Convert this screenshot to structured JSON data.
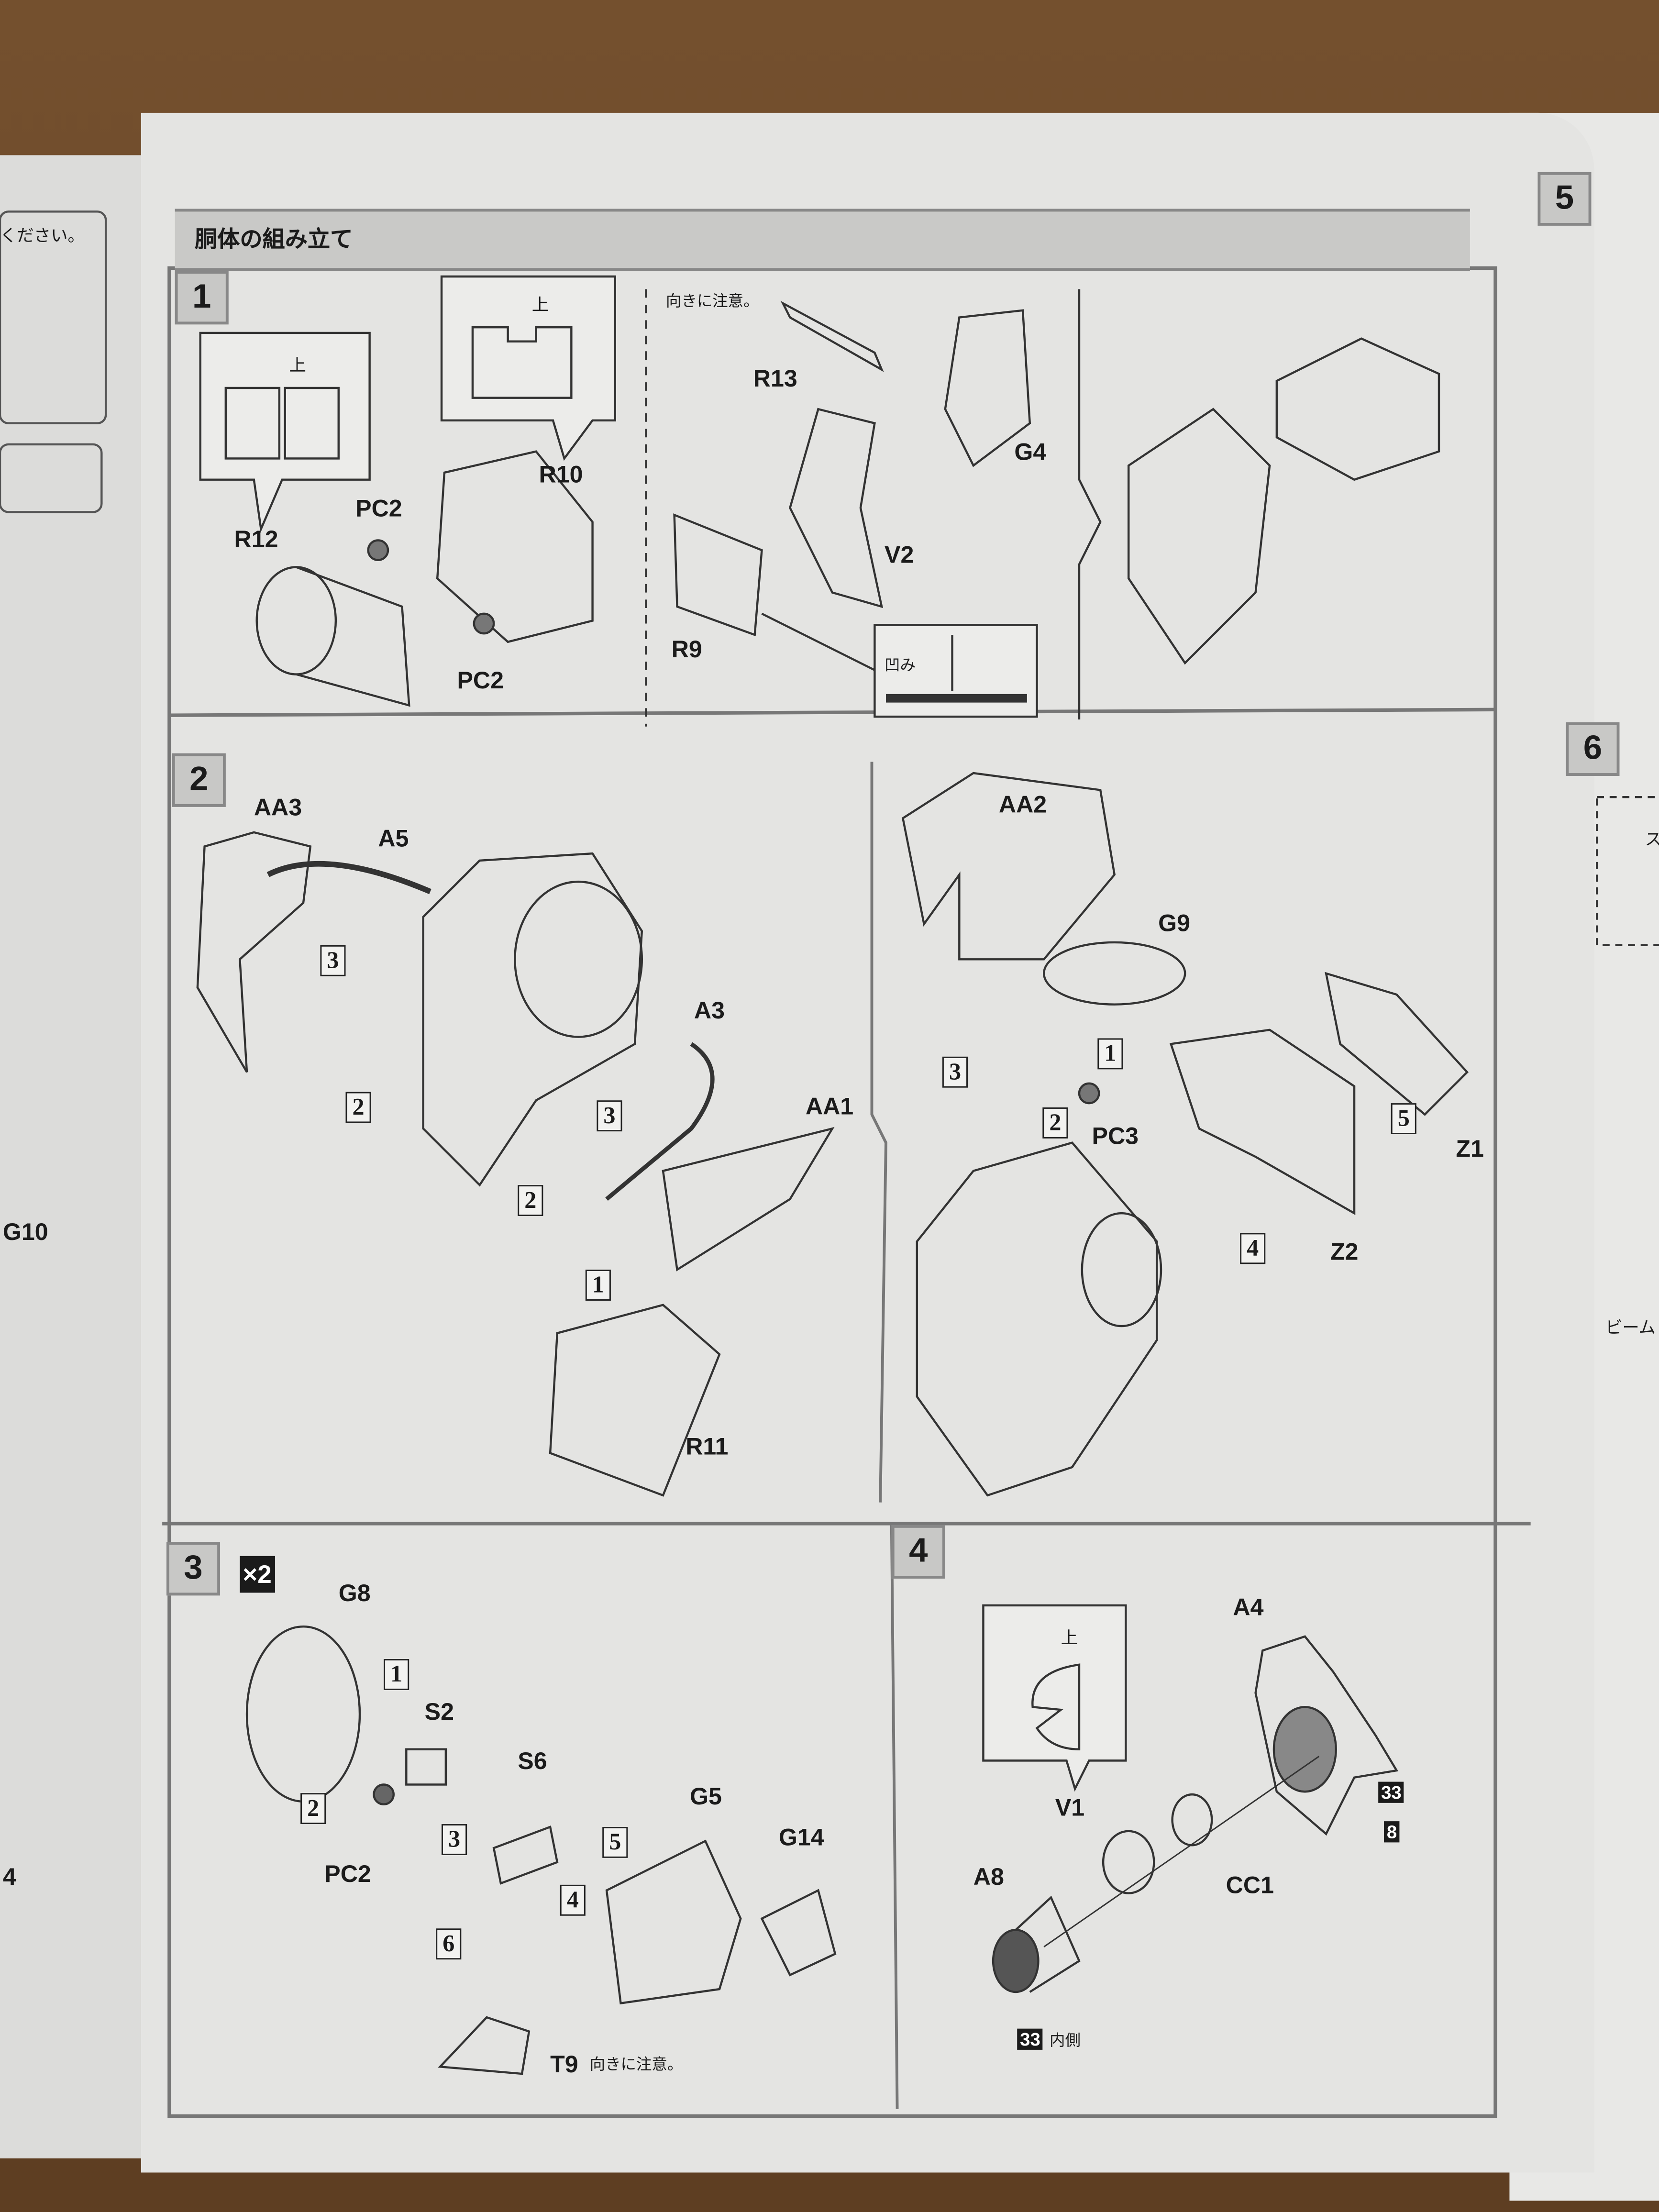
{
  "header": {
    "title": "胴体の組み立て"
  },
  "left_page": {
    "snippet": "ください。",
    "label_g10": "G10",
    "label_4": "4"
  },
  "right_page": {
    "step5": "5",
    "step6": "6",
    "beam": "ビーム",
    "snippet": "ス"
  },
  "step1": {
    "number": "1",
    "up": "上",
    "up2": "上",
    "r12": "R12",
    "pc2a": "PC2",
    "r10": "R10",
    "pc2b": "PC2",
    "caution": "向きに注意。",
    "r13": "R13",
    "g4": "G4",
    "v2": "V2",
    "r9": "R9",
    "dent": "凹み"
  },
  "step2": {
    "number": "2",
    "aa3": "AA3",
    "a5": "A5",
    "a3": "A3",
    "aa1": "AA1",
    "r11": "R11",
    "o3a": "3",
    "o2a": "2",
    "o3b": "3",
    "o2b": "2",
    "o1": "1",
    "aa2": "AA2",
    "g9": "G9",
    "p1": "1",
    "p3": "3",
    "p2": "2",
    "pc3": "PC3",
    "p5": "5",
    "z1": "Z1",
    "p4": "4",
    "z2": "Z2"
  },
  "step3": {
    "number": "3",
    "multiplier": "×2",
    "g8": "G8",
    "o1": "1",
    "s2": "S2",
    "s6": "S6",
    "o2": "2",
    "pc2": "PC2",
    "o3": "3",
    "o5": "5",
    "g5": "G5",
    "g14": "G14",
    "o4": "4",
    "o6": "6",
    "t9": "T9",
    "caution": "向きに注意。"
  },
  "step4": {
    "number": "4",
    "up": "上",
    "a4": "A4",
    "v1": "V1",
    "cc1": "CC1",
    "a8": "A8",
    "sticker33": "33",
    "sticker8": "8",
    "sticker33b": "33",
    "inside": "内側"
  }
}
